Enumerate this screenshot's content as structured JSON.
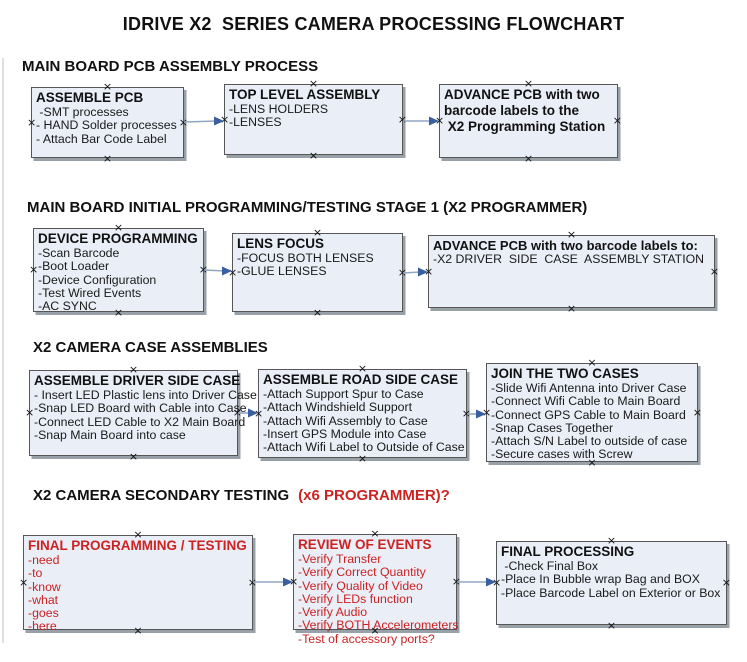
{
  "title": "IDRIVE X2  SERIES CAMERA PROCESSING FLOWCHART",
  "sections": [
    {
      "heading": "MAIN BOARD PCB ASSEMBLY PROCESS"
    },
    {
      "heading": "MAIN BOARD INITIAL PROGRAMMING/TESTING STAGE 1 (X2 PROGRAMMER)"
    },
    {
      "heading": "X2 CAMERA CASE ASSEMBLIES"
    },
    {
      "heading": "X2 CAMERA SECONDARY TESTING",
      "heading_note": "(x6 PROGRAMMER)?"
    }
  ],
  "boxes": [
    {
      "title": "ASSEMBLE PCB",
      "items": [
        " -SMT processes",
        "- HAND Solder processes",
        "- Attach Bar Code Label"
      ]
    },
    {
      "title": "TOP LEVEL ASSEMBLY",
      "items": [
        "-LENS HOLDERS",
        "-LENSES"
      ]
    },
    {
      "title": "ADVANCE PCB with two barcode labels to the\n X2 Programming Station",
      "items": []
    },
    {
      "title": "DEVICE PROGRAMMING",
      "items": [
        "-Scan Barcode",
        "-Boot Loader",
        "-Device Configuration",
        "-Test Wired Events",
        "-AC SYNC"
      ]
    },
    {
      "title": "LENS FOCUS",
      "items": [
        "-FOCUS BOTH LENSES",
        "-GLUE LENSES"
      ]
    },
    {
      "title": "ADVANCE PCB with two barcode labels to:",
      "items": [
        "-X2 DRIVER  SIDE  CASE  ASSEMBLY STATION"
      ]
    },
    {
      "title": "ASSEMBLE DRIVER SIDE CASE",
      "items": [
        "- Insert LED Plastic lens into Driver Case",
        "-Snap LED Board with Cable into Case",
        "-Connect LED Cable to X2 Main Board",
        "-Snap Main Board into case"
      ]
    },
    {
      "title": "ASSEMBLE ROAD SIDE CASE",
      "items": [
        "-Attach Support Spur to Case",
        "-Attach Windshield Support",
        "-Attach Wifi Assembly to Case",
        "-Insert GPS Module into Case",
        "-Attach Wifi Label to Outside of Case"
      ]
    },
    {
      "title": "JOIN THE TWO CASES",
      "items": [
        "-Slide Wifi Antenna into Driver Case",
        "-Connect Wifi Cable to Main Board",
        "-Connect GPS Cable to Main Board",
        "-Snap Cases Together",
        "-Attach S/N Label to outside of case",
        "-Secure cases with Screw"
      ]
    },
    {
      "title": "FINAL PROGRAMMING / TESTING",
      "items": [
        "-need",
        "-to",
        "-know",
        "-what",
        "-goes",
        "-here"
      ]
    },
    {
      "title": "REVIEW OF EVENTS",
      "items": [
        "-Verify Transfer",
        "-Verify Correct Quantity",
        "-Verify Quality of Video",
        "-Verify LEDs function",
        "-Verify Audio",
        "-Verify BOTH Accelerometers",
        "-Test of accessory ports?"
      ]
    },
    {
      "title": "FINAL PROCESSING",
      "items": [
        " -Check Final Box",
        "-Place In Bubble wrap Bag and BOX",
        "-Place Barcode Label on Exterior or Box"
      ]
    }
  ],
  "colors": {
    "box_fill": "#e9eef7",
    "box_border": "#565656",
    "box_shadow": "#98a0a8",
    "accent_red": "#cc2222",
    "connector_line": "#8fa5c6",
    "connector_head": "#3a5fa0",
    "text": "#1a1a1a"
  },
  "handle_glyph": "×"
}
